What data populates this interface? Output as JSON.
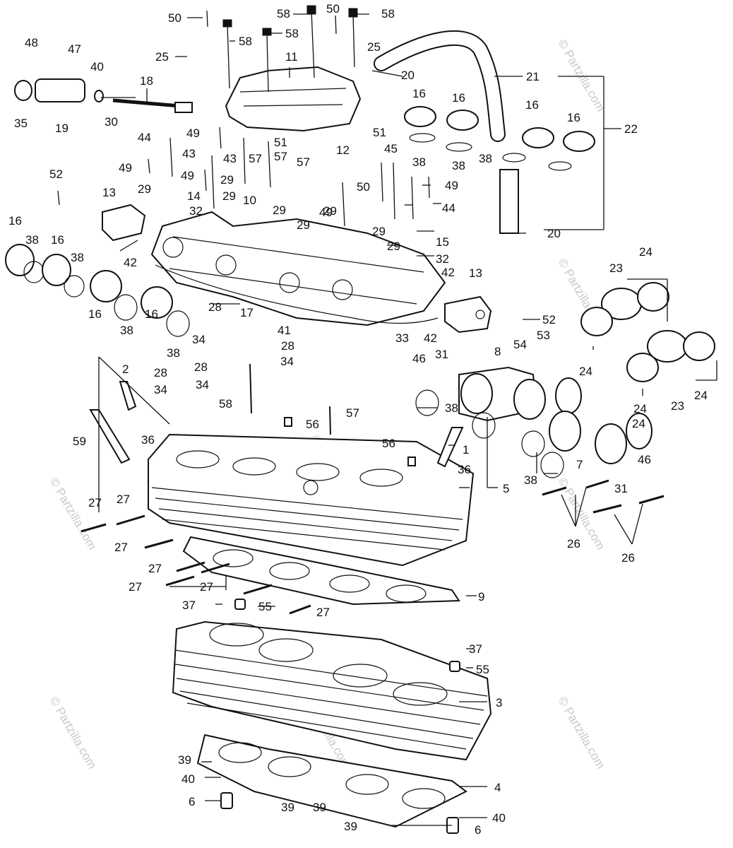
{
  "watermark": "© Partzilla.com",
  "callouts": [
    "50",
    "58",
    "50",
    "58",
    "48",
    "47",
    "58",
    "25",
    "58",
    "25",
    "11",
    "40",
    "20",
    "18",
    "21",
    "35",
    "19",
    "30",
    "16",
    "16",
    "16",
    "16",
    "22",
    "44",
    "49",
    "43",
    "51",
    "51",
    "12",
    "38",
    "38",
    "38",
    "49",
    "43",
    "57",
    "57",
    "57",
    "45",
    "29",
    "49",
    "52",
    "49",
    "29",
    "29",
    "14",
    "29",
    "10",
    "50",
    "29",
    "44",
    "13",
    "32",
    "29",
    "49",
    "29",
    "29",
    "16",
    "38",
    "16",
    "38",
    "15",
    "42",
    "32",
    "20",
    "42",
    "13",
    "28",
    "17",
    "33",
    "42",
    "24",
    "23",
    "16",
    "38",
    "16",
    "38",
    "52",
    "41",
    "34",
    "28",
    "34",
    "54",
    "53",
    "46",
    "31",
    "24",
    "8",
    "2",
    "28",
    "28",
    "34",
    "34",
    "24",
    "23",
    "24",
    "59",
    "36",
    "58",
    "57",
    "56",
    "38",
    "24",
    "56",
    "1",
    "38",
    "36",
    "7",
    "31",
    "46",
    "5",
    "27",
    "27",
    "27",
    "27",
    "26",
    "27",
    "26",
    "27",
    "37",
    "55",
    "27",
    "9",
    "37",
    "55",
    "3",
    "39",
    "40",
    "4",
    "6",
    "39",
    "39",
    "39",
    "40",
    "6"
  ]
}
